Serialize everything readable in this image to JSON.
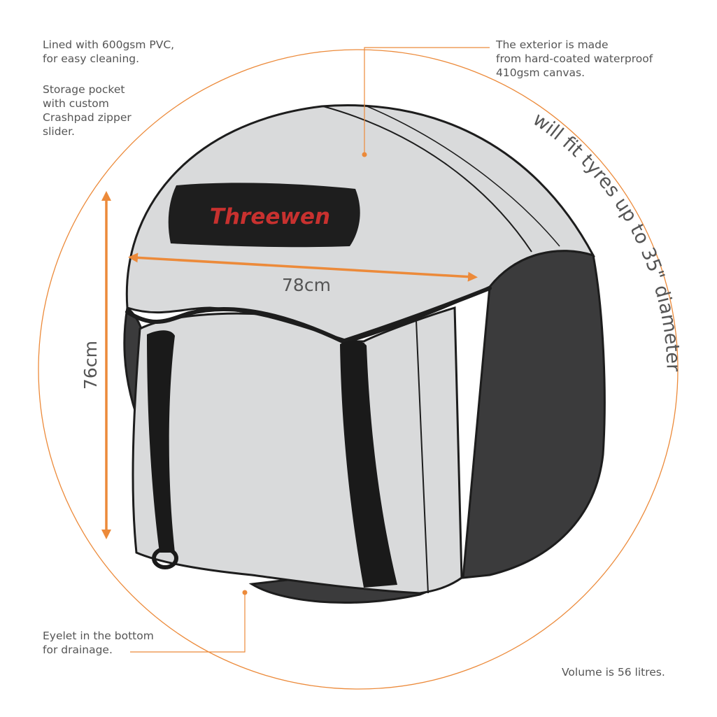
{
  "annotations": {
    "lining": "Lined with 600gsm PVC,\nfor easy cleaning.",
    "pocket": "Storage pocket\nwith custom\nCrashpad zipper\nslider.",
    "exterior": "The exterior is made\nfrom hard-coated waterproof\n410gsm canvas.",
    "eyelet": "Eyelet in the bottom\nfor drainage.",
    "volume": "Volume is 56 litres."
  },
  "brand_label": "Threewen",
  "dimensions": {
    "width": "78cm",
    "height": "76cm"
  },
  "arc_caption": "will fit tyres up to 35\" diameter",
  "colors": {
    "accent_orange": "#ec8a3a",
    "bag_fill": "#d9dadb",
    "dark_panel": "#3b3b3c",
    "outline": "#1d1d1d",
    "brand_red": "#c8312f",
    "text": "#555555"
  }
}
